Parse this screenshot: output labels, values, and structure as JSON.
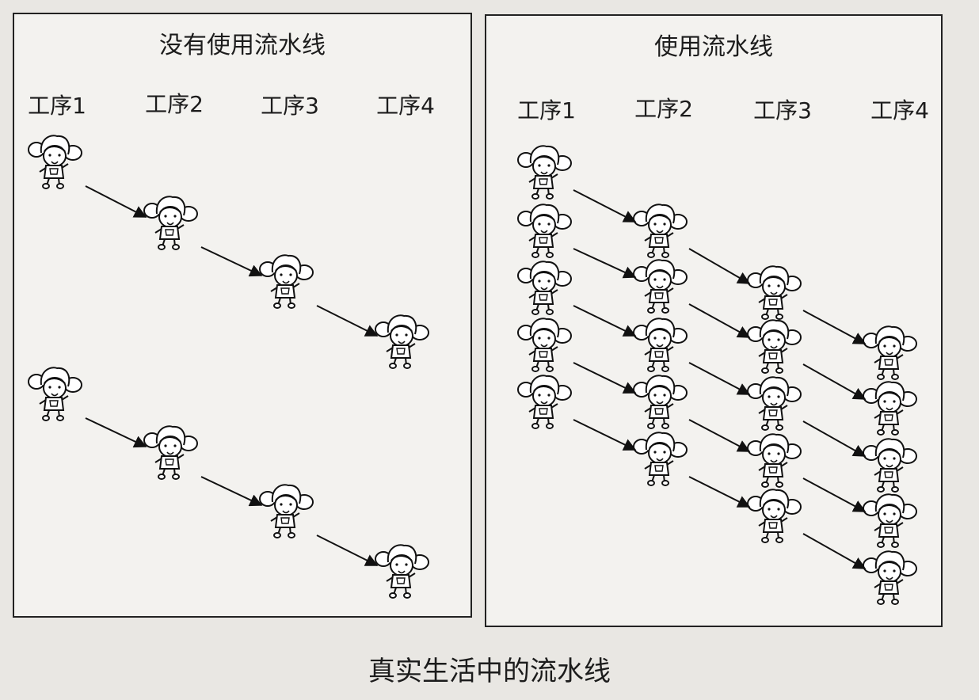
{
  "panels": [
    {
      "title": "没有使用流水线",
      "stages": [
        "工序1",
        "工序2",
        "工序3",
        "工序4"
      ]
    },
    {
      "title": "使用流水线",
      "stages": [
        "工序1",
        "工序2",
        "工序3",
        "工序4"
      ]
    }
  ],
  "caption": "真实生活中的流水线",
  "figure_icon": "cartoon-girl-icon"
}
